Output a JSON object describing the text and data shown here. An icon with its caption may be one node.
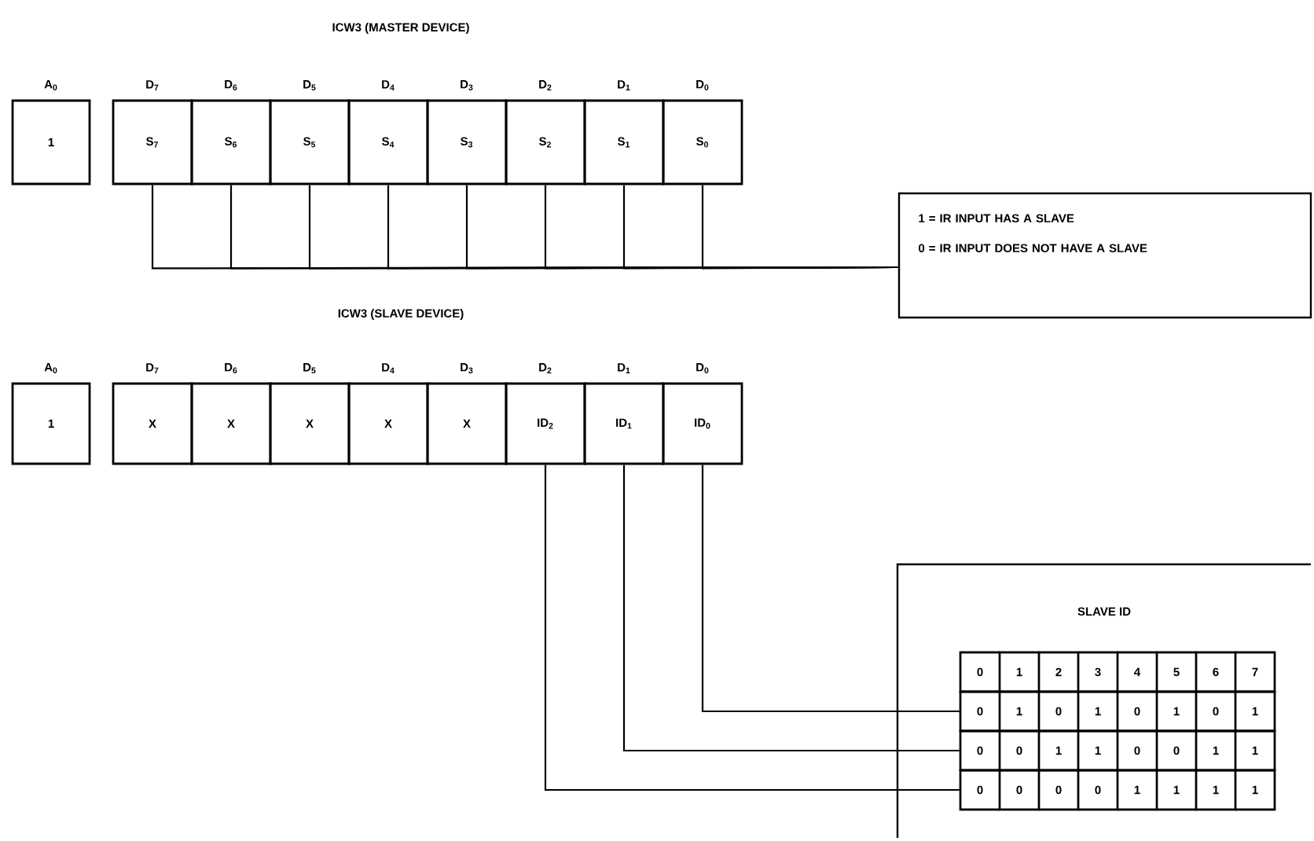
{
  "diagram": {
    "nodes": [
      {
        "text": [
          "1"
        ],
        "beside": [
          "A$_{0}$"
        ]
      },
      {
        "text": [
          "S$_{7}$"
        ],
        "beside": [
          "D$_{7}$"
        ]
      },
      {
        "text": [
          "S$_{6}$"
        ],
        "beside": [
          "D$_{6}$"
        ]
      },
      {
        "text": [
          "S$_{5}$"
        ],
        "beside": [
          "D$_{5}$"
        ]
      },
      {
        "text": [
          "S$_{4}$"
        ],
        "beside": [
          "D$_{4}$"
        ]
      },
      {
        "text": [
          "S$_{3}$"
        ],
        "beside": [
          "D$_{3}$"
        ]
      },
      {
        "text": [
          "S$_{2}$"
        ],
        "beside": [
          "D$_{2}$"
        ]
      },
      {
        "text": [
          "S$_{1}$"
        ],
        "beside": [
          "D$_{1}$"
        ]
      },
      {
        "text": [
          "S$_{0}$"
        ],
        "beside": [
          "D$_{0}$"
        ]
      },
      {
        "text": [
          "1 = IR INPUT HAS A SLAVE",
          "0 = IR INPUT DOES NOT HAVE A SLAVE"
        ]
      },
      {
        "text": [
          "1"
        ],
        "beside": [
          "A$_{0}$"
        ]
      },
      {
        "text": [
          "X"
        ],
        "beside": [
          "D$_{7}$"
        ]
      },
      {
        "text": [
          "X"
        ],
        "beside": [
          "D$_{6}$"
        ]
      },
      {
        "text": [
          "X"
        ],
        "beside": [
          "D$_{5}$"
        ]
      },
      {
        "text": [
          "X"
        ],
        "beside": [
          "D$_{4}$"
        ]
      },
      {
        "text": [
          "X"
        ],
        "beside": [
          "D$_{3}$"
        ]
      },
      {
        "text": [
          "ID$_{2}$"
        ],
        "beside": [
          "D$_{2}$"
        ]
      },
      {
        "text": [
          "ID$_{1}$"
        ],
        "beside": [
          "D$_{1}$"
        ]
      },
      {
        "text": [
          "ID$_{0}$"
        ],
        "beside": [
          "D$_{0}$"
        ]
      },
      {
        "text": [
          "SLAVE ID"
        ]
      },
      {
        "text": [
          "0",
          "1",
          "2",
          "3",
          "4",
          "5",
          "6",
          "7"
        ],
        "in": 19
      },
      {
        "text": [
          "0",
          "1",
          "0",
          "1",
          "0",
          "1",
          "0",
          "1"
        ],
        "in": 19
      },
      {
        "text": [
          "0",
          "0",
          "1",
          "1",
          "0",
          "0",
          "1",
          "1"
        ],
        "in": 19
      },
      {
        "text": [
          "0",
          "0",
          "0",
          "0",
          "1",
          "1",
          "1",
          "1"
        ],
        "in": 19
      }
    ],
    "edges": [
      {
        "from": 1,
        "to": 9,
        "arrow": "none"
      },
      {
        "from": 2,
        "to": 9,
        "arrow": "none"
      },
      {
        "from": 3,
        "to": 9,
        "arrow": "none"
      },
      {
        "from": 4,
        "to": 9,
        "arrow": "none"
      },
      {
        "from": 5,
        "to": 9,
        "arrow": "none"
      },
      {
        "from": 6,
        "to": 9,
        "arrow": "none"
      },
      {
        "from": 7,
        "to": 9,
        "arrow": "none"
      },
      {
        "from": 8,
        "to": 9,
        "arrow": "none"
      },
      {
        "from": 18,
        "to": 21,
        "arrow": "none"
      },
      {
        "from": 17,
        "to": 22,
        "arrow": "none"
      },
      {
        "from": 16,
        "to": 23,
        "arrow": "none"
      }
    ],
    "labels": [
      "ICW3 (MASTER DEVICE)",
      "ICW3 (SLAVE DEVICE)"
    ]
  }
}
